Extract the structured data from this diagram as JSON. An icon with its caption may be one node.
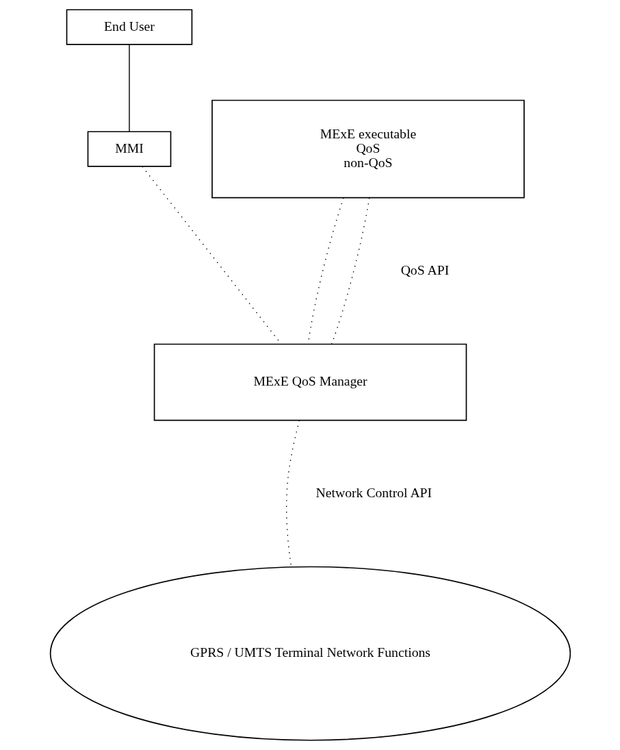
{
  "diagram": {
    "nodes": [
      {
        "text": [
          "End User"
        ]
      },
      {
        "text": [
          "MMI"
        ]
      },
      {
        "text": [
          "MExE executable",
          "QoS",
          "non-QoS"
        ]
      },
      {
        "text": [
          "MExE QoS Manager"
        ]
      },
      {
        "text": [
          "GPRS / UMTS Terminal Network Functions"
        ]
      }
    ],
    "edges": [
      {
        "from": 0,
        "to": 1,
        "arrow": "none"
      },
      {
        "from": 1,
        "to": 3,
        "arrow": "none",
        "style": "dashed"
      },
      {
        "from": 2,
        "to": 3,
        "arrow": "none",
        "style": "dashed"
      },
      {
        "from": 2,
        "to": 3,
        "arrow": "none",
        "style": "dashed"
      },
      {
        "from": 3,
        "to": 4,
        "arrow": "none",
        "style": "dashed"
      }
    ],
    "labels": [
      "QoS API",
      "Network Control API"
    ]
  }
}
